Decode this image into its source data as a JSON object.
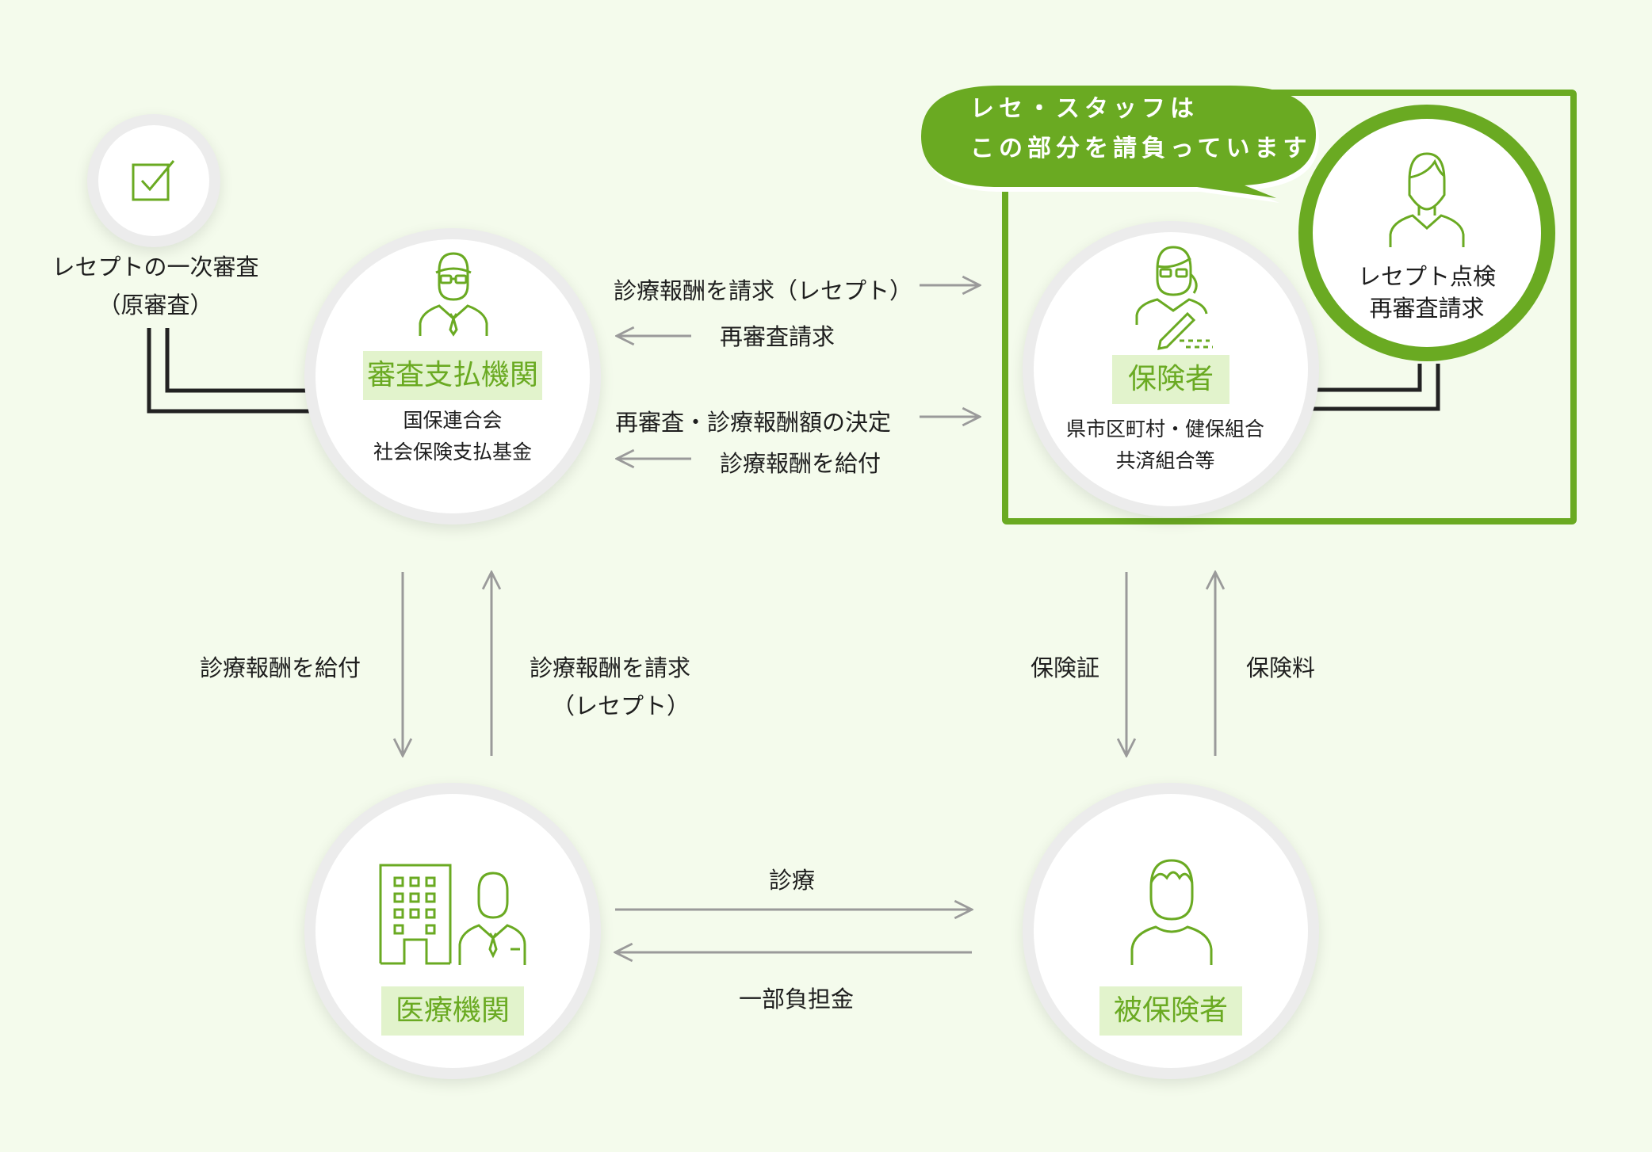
{
  "primary_check": {
    "icon": "checkbox-icon",
    "line1": "レセプトの一次審査",
    "line2": "（原審査）"
  },
  "review_org": {
    "title": "審査支払機関",
    "sub1": "国保連合会",
    "sub2": "社会保険支払基金",
    "icon": "businessman-glasses-icon"
  },
  "insurer": {
    "title": "保険者",
    "sub1": "県市区町村・健保組合",
    "sub2": "共済組合等",
    "icon": "woman-writing-icon"
  },
  "staff": {
    "line1": "レセプト点検",
    "line2": "再審査請求",
    "icon": "woman-icon"
  },
  "medical": {
    "title": "医療機関",
    "icon": "hospital-doctor-icon"
  },
  "insured": {
    "title": "被保険者",
    "icon": "person-icon"
  },
  "bubble": {
    "line1": "レセ・スタッフは",
    "line2": "この部分を請負っています"
  },
  "arrows": {
    "top_1": "診療報酬を請求（レセプト）",
    "top_2": "再審査請求",
    "top_3": "再審査・診療報酬額の決定",
    "top_4": "診療報酬を給付",
    "left_down": "診療報酬を給付",
    "left_up_1": "診療報酬を請求",
    "left_up_2": "（レセプト）",
    "right_down": "保険証",
    "right_up": "保険料",
    "bottom_1": "診療",
    "bottom_2": "一部負担金"
  },
  "colors": {
    "accent": "#6aaa22",
    "label_bg": "#e2f3cc",
    "background": "#f4fbec",
    "arrow": "#9a9a9a"
  }
}
